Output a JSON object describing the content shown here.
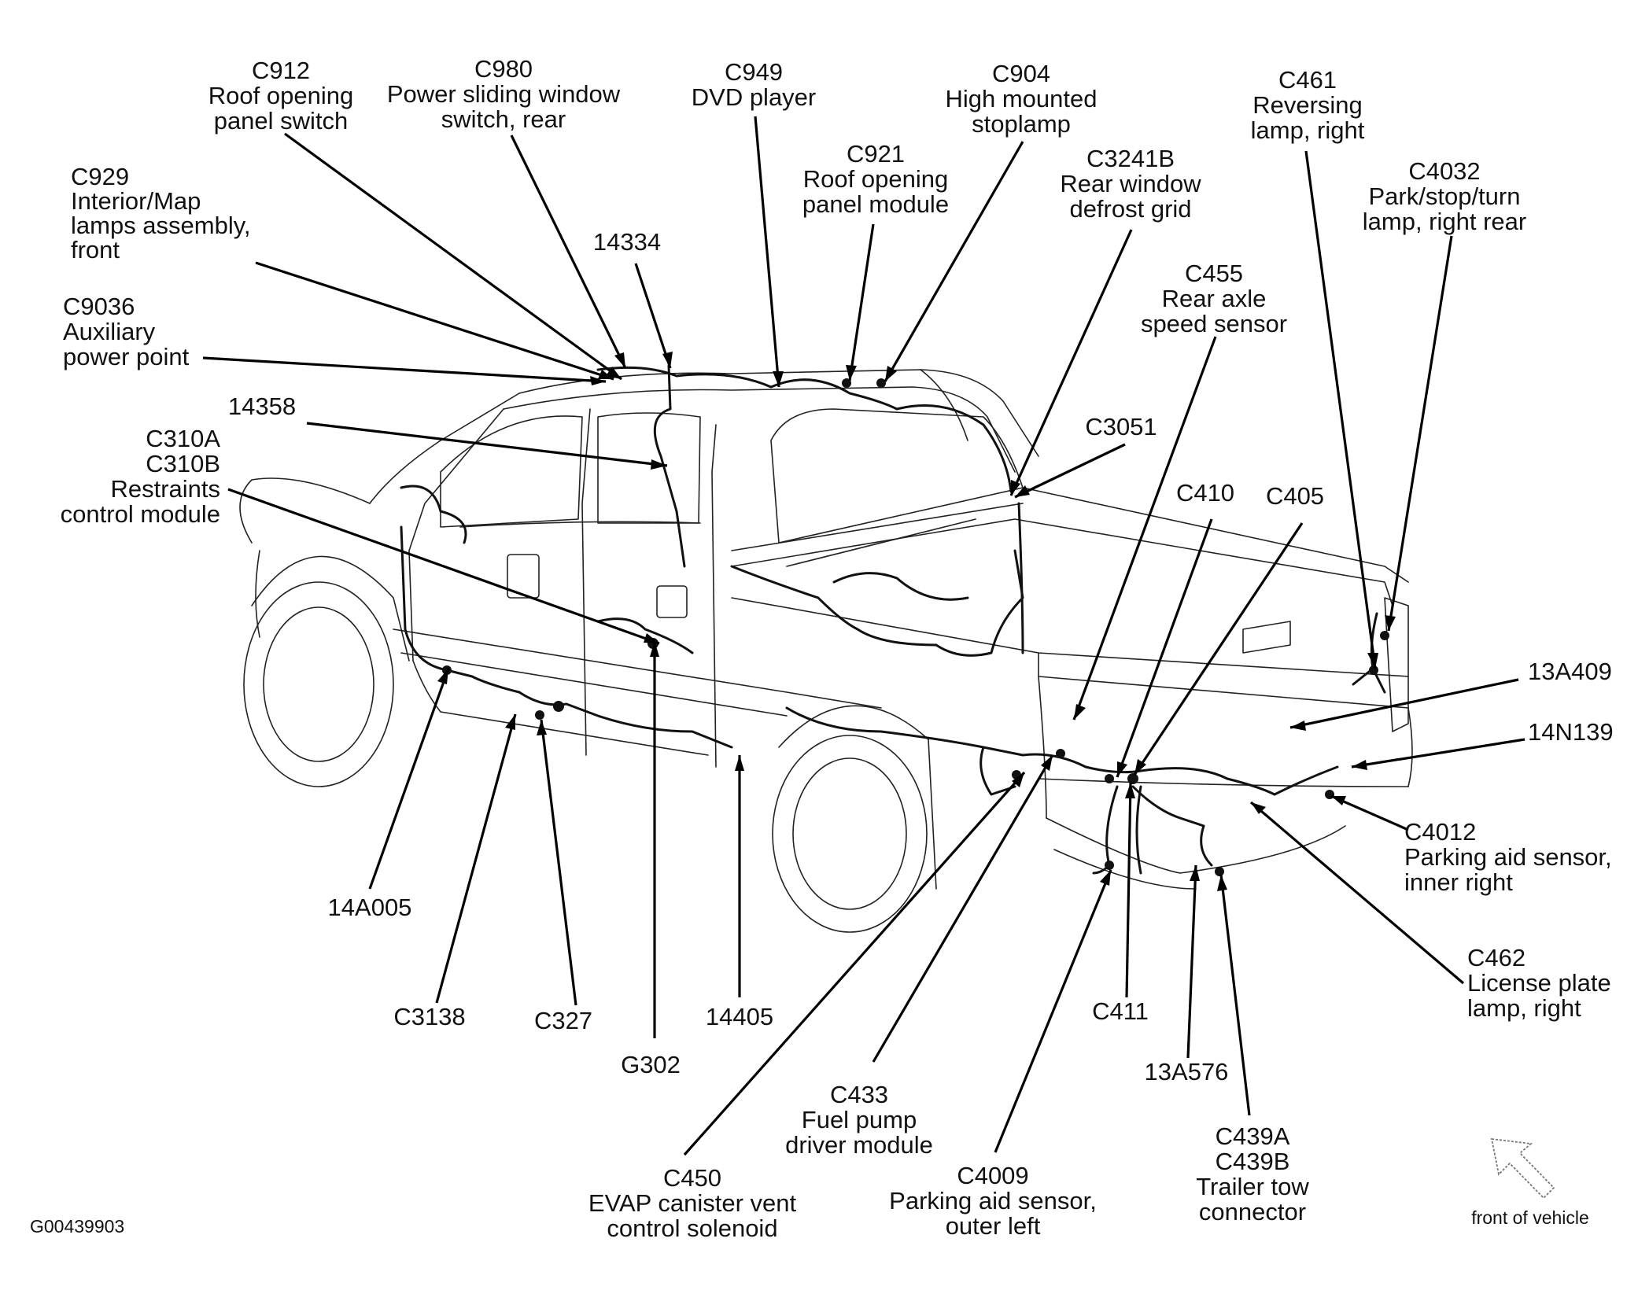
{
  "callouts": [
    {
      "id": "c912",
      "lines": [
        "C912",
        "Roof opening",
        "panel switch"
      ]
    },
    {
      "id": "c980",
      "lines": [
        "C980",
        "Power sliding window",
        "switch, rear"
      ]
    },
    {
      "id": "c949",
      "lines": [
        "C949",
        "DVD player"
      ]
    },
    {
      "id": "c904",
      "lines": [
        "C904",
        "High mounted",
        "stoplamp"
      ]
    },
    {
      "id": "c461",
      "lines": [
        "C461",
        "Reversing",
        "lamp, right"
      ]
    },
    {
      "id": "c929",
      "lines": [
        "C929",
        "Interior/Map",
        "lamps assembly,",
        "front"
      ]
    },
    {
      "id": "c921",
      "lines": [
        "C921",
        "Roof opening",
        "panel module"
      ]
    },
    {
      "id": "c3241b",
      "lines": [
        "C3241B",
        "Rear window",
        "defrost grid"
      ]
    },
    {
      "id": "c4032",
      "lines": [
        "C4032",
        "Park/stop/turn",
        "lamp, right rear"
      ]
    },
    {
      "id": "n14334",
      "lines": [
        "14334"
      ]
    },
    {
      "id": "c455",
      "lines": [
        "C455",
        "Rear axle",
        "speed sensor"
      ]
    },
    {
      "id": "c9036",
      "lines": [
        "C9036",
        "Auxiliary",
        "power point"
      ]
    },
    {
      "id": "n14358",
      "lines": [
        "14358"
      ]
    },
    {
      "id": "c3051",
      "lines": [
        "C3051"
      ]
    },
    {
      "id": "c310",
      "lines": [
        "C310A",
        "C310B",
        "Restraints",
        "control module"
      ]
    },
    {
      "id": "c410",
      "lines": [
        "C410"
      ]
    },
    {
      "id": "c405",
      "lines": [
        "C405"
      ]
    },
    {
      "id": "n13a409",
      "lines": [
        "13A409"
      ]
    },
    {
      "id": "n14n139",
      "lines": [
        "14N139"
      ]
    },
    {
      "id": "c4012",
      "lines": [
        "C4012",
        "Parking aid sensor,",
        "inner right"
      ]
    },
    {
      "id": "n14a005",
      "lines": [
        "14A005"
      ]
    },
    {
      "id": "c462",
      "lines": [
        "C462",
        "License plate",
        "lamp, right"
      ]
    },
    {
      "id": "c3138",
      "lines": [
        "C3138"
      ]
    },
    {
      "id": "c327",
      "lines": [
        "C327"
      ]
    },
    {
      "id": "n14405",
      "lines": [
        "14405"
      ]
    },
    {
      "id": "c411",
      "lines": [
        "C411"
      ]
    },
    {
      "id": "g302",
      "lines": [
        "G302"
      ]
    },
    {
      "id": "n13a576",
      "lines": [
        "13A576"
      ]
    },
    {
      "id": "c433",
      "lines": [
        "C433",
        "Fuel pump",
        "driver module"
      ]
    },
    {
      "id": "c450",
      "lines": [
        "C450",
        "EVAP canister vent",
        "control solenoid"
      ]
    },
    {
      "id": "c4009",
      "lines": [
        "C4009",
        "Parking aid sensor,",
        "outer left"
      ]
    },
    {
      "id": "c439",
      "lines": [
        "C439A",
        "C439B",
        "Trailer tow",
        "connector"
      ]
    }
  ],
  "figure_id": "G00439903",
  "orientation_label": "front of vehicle",
  "icons": {
    "orientation": "arrow-up-left-icon"
  }
}
